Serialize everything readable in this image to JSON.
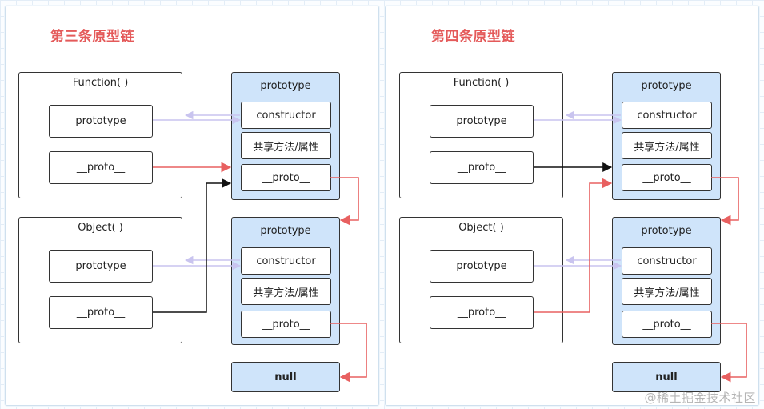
{
  "left": {
    "title": "第三条原型链",
    "function_ctor": {
      "name": "Function( )",
      "prototype_label": "prototype",
      "proto_label": "__proto__"
    },
    "object_ctor": {
      "name": "Object( )",
      "prototype_label": "prototype",
      "proto_label": "__proto__"
    },
    "function_prototype": {
      "title": "prototype",
      "constructor_label": "constructor",
      "methods_label": "共享方法/属性",
      "proto_label": "__proto__"
    },
    "object_prototype": {
      "title": "prototype",
      "constructor_label": "constructor",
      "methods_label": "共享方法/属性",
      "proto_label": "__proto__"
    },
    "null_label": "null"
  },
  "right": {
    "title": "第四条原型链",
    "function_ctor": {
      "name": "Function( )",
      "prototype_label": "prototype",
      "proto_label": "__proto__"
    },
    "object_ctor": {
      "name": "Object( )",
      "prototype_label": "prototype",
      "proto_label": "__proto__"
    },
    "function_prototype": {
      "title": "prototype",
      "constructor_label": "constructor",
      "methods_label": "共享方法/属性",
      "proto_label": "__proto__"
    },
    "object_prototype": {
      "title": "prototype",
      "constructor_label": "constructor",
      "methods_label": "共享方法/属性",
      "proto_label": "__proto__"
    },
    "null_label": "null"
  },
  "watermark": "@稀土掘金技术社区",
  "colors": {
    "title": "#e45a5a",
    "chain_arrow": "#e86060",
    "constructor_arrow": "#c9c4ef",
    "black_arrow": "#111111",
    "prototype_fill": "#cfe4fa"
  }
}
